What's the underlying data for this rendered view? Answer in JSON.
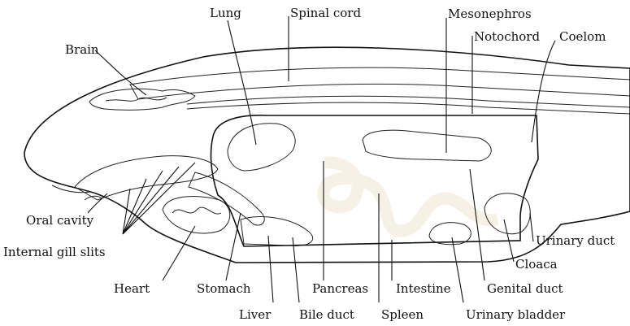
{
  "labels": {
    "brain": "Brain",
    "lung": "Lung",
    "spinal_cord": "Spinal cord",
    "mesonephros": "Mesonephros",
    "notochord": "Notochord",
    "coelom": "Coelom",
    "oral_cavity": "Oral cavity",
    "internal_gill_slits": "Internal gill slits",
    "heart": "Heart",
    "stomach": "Stomach",
    "liver": "Liver",
    "bile_duct": "Bile duct",
    "pancreas": "Pancreas",
    "intestine": "Intestine",
    "spleen": "Spleen",
    "urinary_bladder": "Urinary bladder",
    "genital_duct": "Genital duct",
    "cloaca": "Cloaca",
    "urinary_duct": "Urinary duct"
  },
  "colors": {
    "ink": "#111111",
    "coelom_fill": "#5a5a5a",
    "tissue_fill": "#f6f1e4",
    "paper": "#ffffff"
  }
}
